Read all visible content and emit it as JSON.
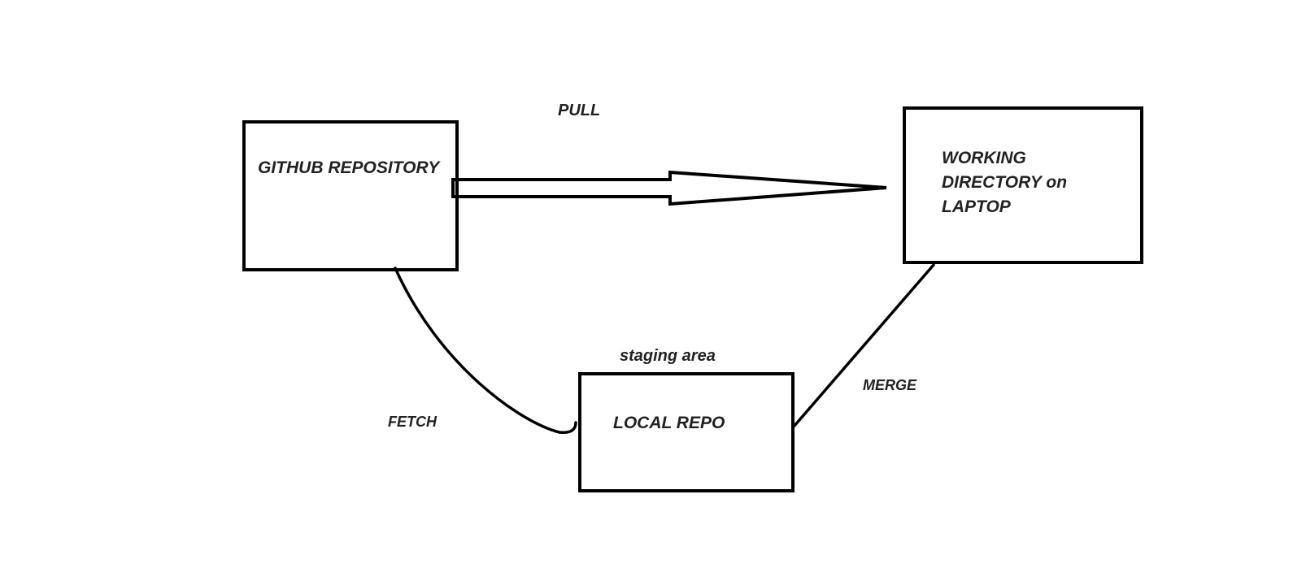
{
  "nodes": {
    "github": {
      "label": "GITHUB REPOSITORY"
    },
    "working": {
      "lines": [
        "WORKING",
        "DIRECTORY on",
        "LAPTOP"
      ]
    },
    "local": {
      "label": "LOCAL REPO",
      "caption": "staging area"
    }
  },
  "edges": {
    "pull": {
      "label": "PULL",
      "style": "hollow-arrow"
    },
    "fetch": {
      "label": "FETCH",
      "style": "curve"
    },
    "merge": {
      "label": "MERGE",
      "style": "line"
    }
  },
  "colors": {
    "stroke": "#000000",
    "text": "#222222",
    "background": "#ffffff"
  }
}
